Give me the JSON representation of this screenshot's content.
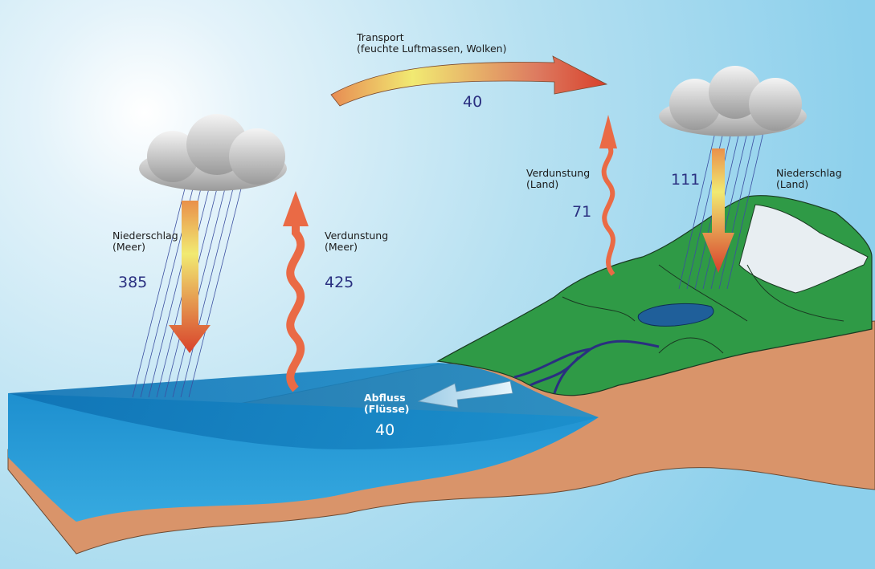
{
  "title": "Wasserkreislauf",
  "labels": {
    "transport": {
      "line1": "Transport",
      "line2": "(feuchte Luftmassen, Wolken)",
      "value": "40"
    },
    "niederschlag_meer": {
      "line1": "Niederschlag",
      "line2": "(Meer)",
      "value": "385"
    },
    "verdunstung_meer": {
      "line1": "Verdunstung",
      "line2": "(Meer)",
      "value": "425"
    },
    "verdunstung_land": {
      "line1": "Verdunstung",
      "line2": "(Land)",
      "value": "71"
    },
    "niederschlag_land": {
      "line1": "Niederschlag",
      "line2": "(Land)",
      "value": "111"
    },
    "abfluss": {
      "line1": "Abfluss",
      "line2": "(Flüsse)",
      "value": "40"
    }
  },
  "colors": {
    "sky": "#a9dcef",
    "ocean": "#1a86c4",
    "land": "#d9946a",
    "hills": "#2f9a46",
    "arrow_red": "#d8412b",
    "arrow_yellow": "#f1ea72",
    "value_text": "#2a2f80"
  }
}
